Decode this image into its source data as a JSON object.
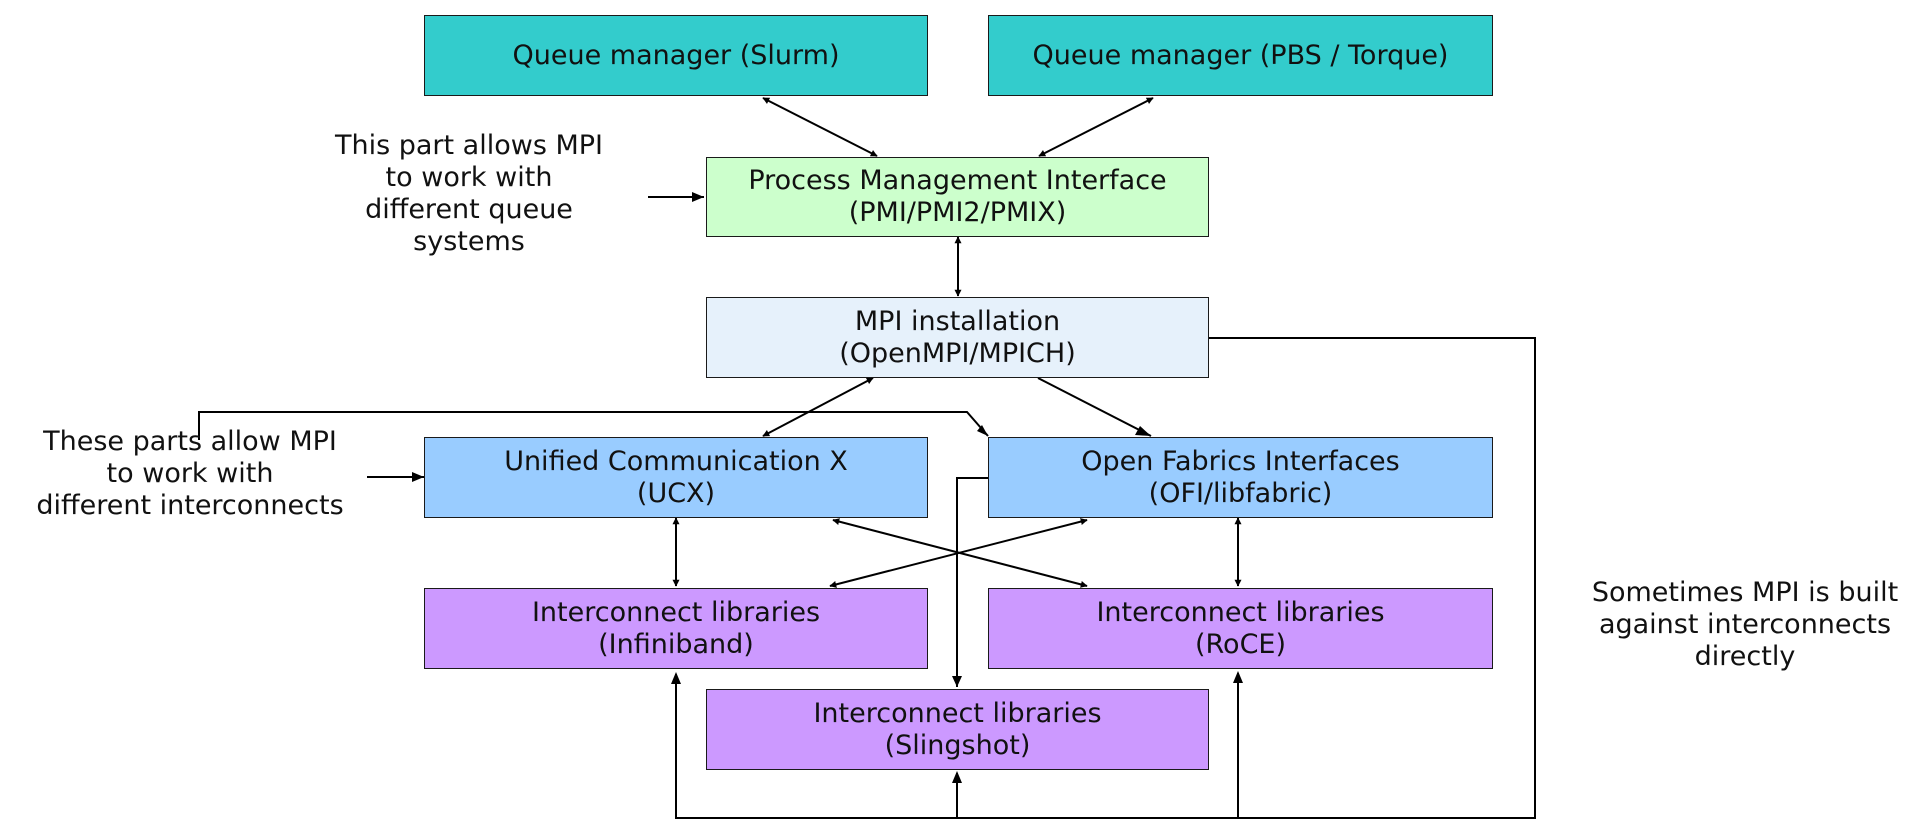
{
  "boxes": {
    "queue_slurm": {
      "line1": "Queue manager (Slurm)"
    },
    "queue_pbs": {
      "line1": "Queue manager (PBS / Torque)"
    },
    "pmi": {
      "line1": "Process Management Interface",
      "line2": "(PMI/PMI2/PMIX)"
    },
    "mpi": {
      "line1": "MPI installation",
      "line2": "(OpenMPI/MPICH)"
    },
    "ucx": {
      "line1": "Unified Communication X",
      "line2": "(UCX)"
    },
    "ofi": {
      "line1": "Open Fabrics Interfaces",
      "line2": "(OFI/libfabric)"
    },
    "ib": {
      "line1": "Interconnect libraries",
      "line2": "(Infiniband)"
    },
    "roce": {
      "line1": "Interconnect libraries",
      "line2": "(RoCE)"
    },
    "slingshot": {
      "line1": "Interconnect libraries",
      "line2": "(Slingshot)"
    }
  },
  "notes": {
    "queue_note": [
      "This part allows MPI",
      "to work with",
      "different queue",
      "systems"
    ],
    "interconnect_note": [
      "These parts allow MPI",
      "to work with",
      "different interconnects"
    ],
    "direct_note": [
      "Sometimes MPI is built",
      "against interconnects",
      "directly"
    ]
  },
  "colors": {
    "queue_manager": "#33cccc",
    "pmi": "#ccffcc",
    "mpi": "#e6f1fb",
    "middleware": "#99ccff",
    "interconnect": "#cc99ff",
    "lines": "#000000"
  }
}
